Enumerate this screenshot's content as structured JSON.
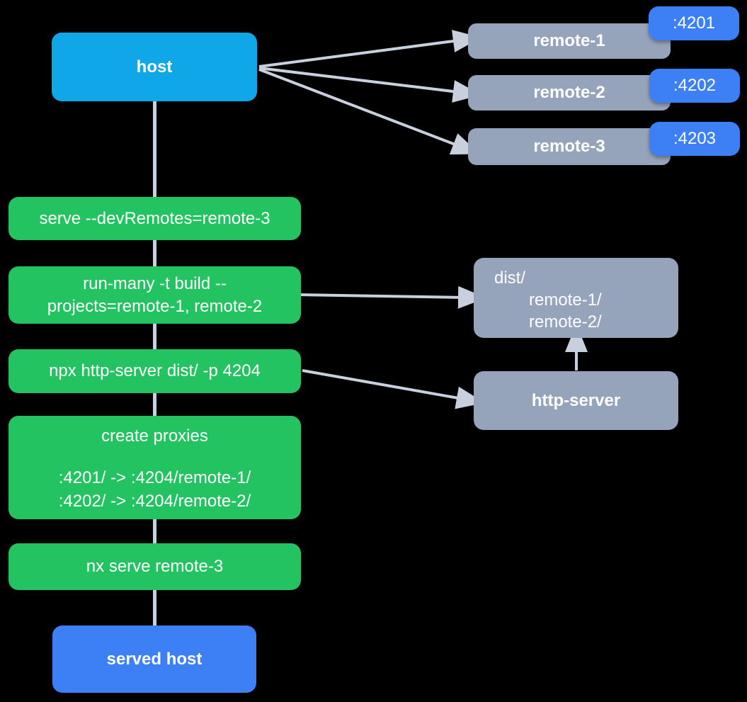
{
  "colors": {
    "background": "#000000",
    "host_fill": "#0fa7e8",
    "remote_fill": "#96a4bb",
    "storage_fill": "#96a4bb",
    "badge_fill": "#3d80f6",
    "served_fill": "#3d80f6",
    "command_fill": "#24c362",
    "connector": "#c7d0dc",
    "text": "#ffffff"
  },
  "host": {
    "label": "host"
  },
  "remotes": [
    {
      "label": "remote-1",
      "port": ":4201"
    },
    {
      "label": "remote-2",
      "port": ":4202"
    },
    {
      "label": "remote-3",
      "port": ":4203"
    }
  ],
  "commands": {
    "serve_dev": "serve --devRemotes=remote-3",
    "run_many_line1": "run-many -t build --",
    "run_many_line2": "projects=remote-1, remote-2",
    "http_server_cmd": "npx http-server dist/ -p 4204",
    "proxies_title": "create proxies",
    "proxies_rule1": ":4201/ -> :4204/remote-1/",
    "proxies_rule2": ":4202/ -> :4204/remote-2/",
    "nx_serve": "nx serve remote-3"
  },
  "dist": {
    "root": "dist/",
    "children": [
      "remote-1/",
      "remote-2/"
    ]
  },
  "http_server": {
    "label": "http-server"
  },
  "served_host": {
    "label": "served host"
  }
}
